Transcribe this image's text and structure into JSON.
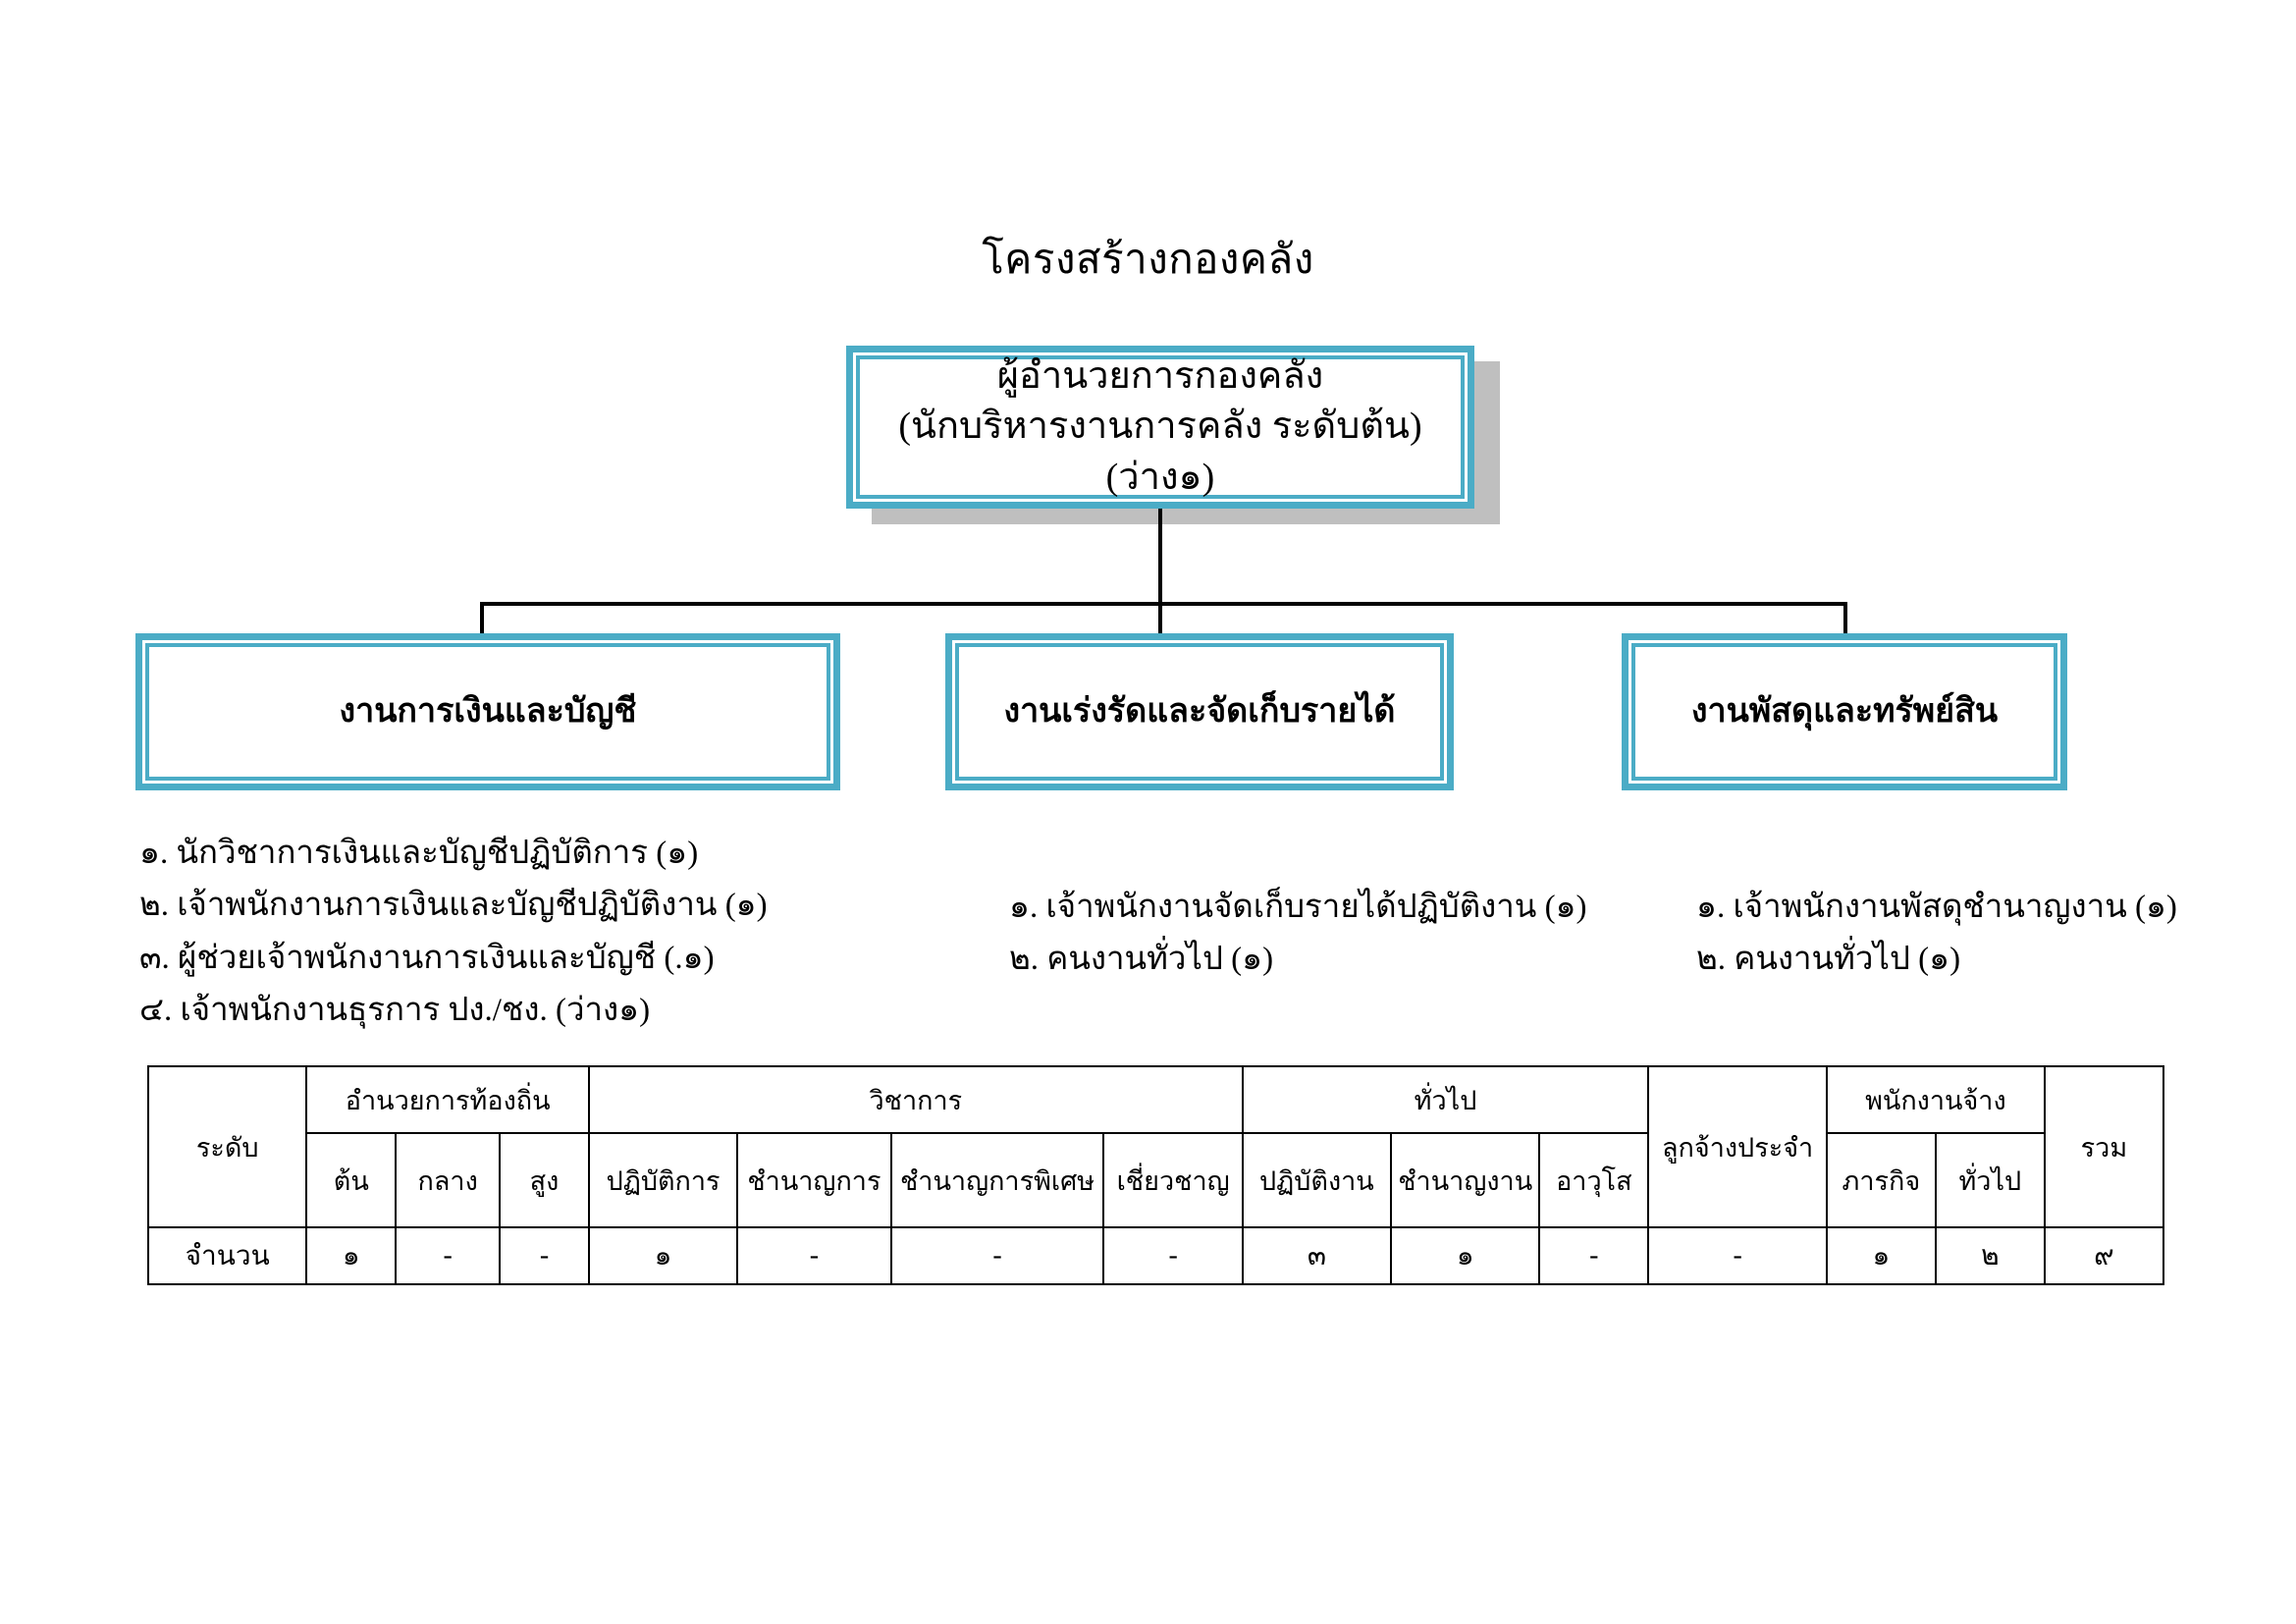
{
  "document": {
    "title": "โครงสร้างกองคลัง"
  },
  "org_chart": {
    "root": {
      "line1": "ผู้อำนวยการกองคลัง",
      "line2": "(นักบริหารงานการคลัง  ระดับต้น) (ว่าง๑)"
    },
    "divisions": [
      {
        "label": "งานการเงินและบัญชี"
      },
      {
        "label": "งานเร่งรัดและจัดเก็บรายได้"
      },
      {
        "label": "งานพัสดุและทรัพย์สิน"
      }
    ]
  },
  "staff": {
    "finance_accounting": [
      "๑. นักวิชาการเงินและบัญชีปฏิบัติการ (๑)",
      "๒. เจ้าพนักงานการเงินและบัญชีปฏิบัติงาน (๑)",
      "๓. ผู้ช่วยเจ้าพนักงานการเงินและบัญชี (.๑)",
      "๔. เจ้าพนักงานธุรการ ปง./ชง. (ว่าง๑)"
    ],
    "revenue_collection": [
      "๑. เจ้าพนักงานจัดเก็บรายได้ปฏิบัติงาน (๑)",
      "๒. คนงานทั่วไป (๑)"
    ],
    "supplies_assets": [
      "๑. เจ้าพนักงานพัสดุชำนาญงาน (๑)",
      "๒. คนงานทั่วไป (๑)"
    ]
  },
  "summary_table": {
    "row_header": "ระดับ",
    "groups": {
      "local_admin": "อำนวยการท้องถิ่น",
      "academic": "วิชาการ",
      "general": "ทั่วไป",
      "permanent_employee": "ลูกจ้างประจำ",
      "hired_staff": "พนักงานจ้าง",
      "total": "รวม"
    },
    "sub_headers": {
      "local_admin": [
        "ต้น",
        "กลาง",
        "สูง"
      ],
      "academic": [
        "ปฏิบัติการ",
        "ชำนาญการ",
        "ชำนาญการพิเศษ",
        "เชี่ยวชาญ"
      ],
      "general": [
        "ปฏิบัติงาน",
        "ชำนาญงาน",
        "อาวุโส"
      ],
      "hired_staff": [
        "ภารกิจ",
        "ทั่วไป"
      ]
    },
    "data_row": {
      "label": "จำนวน",
      "values": [
        "๑",
        "-",
        "-",
        "๑",
        "-",
        "-",
        "-",
        "๓",
        "๑",
        "-",
        "-",
        "๑",
        "๒",
        "๙"
      ]
    }
  },
  "colors": {
    "box_accent": "#4BACC6",
    "shadow": "#BFBFBF",
    "line": "#000000"
  }
}
